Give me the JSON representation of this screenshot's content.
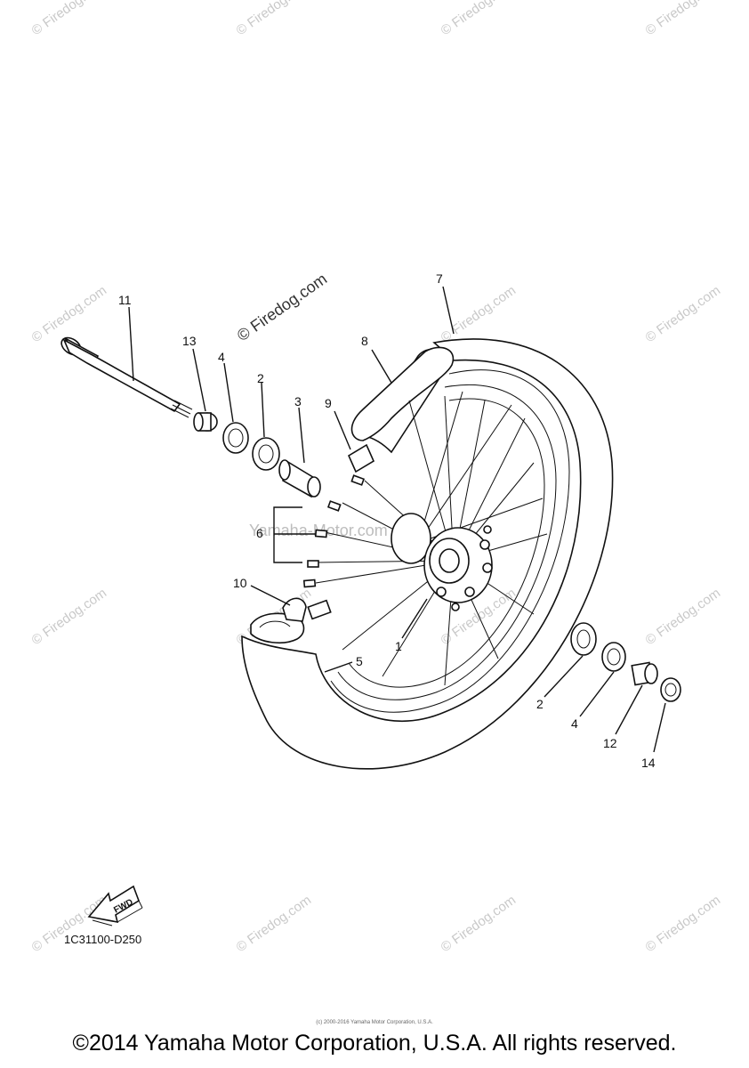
{
  "watermarks": {
    "firedog": "© Firedog.com",
    "yamaha": "Yamaha-Motor.com"
  },
  "labels": {
    "p1": "1",
    "p2a": "2",
    "p2b": "2",
    "p3": "3",
    "p4a": "4",
    "p4b": "4",
    "p5": "5",
    "p6": "6",
    "p7": "7",
    "p8": "8",
    "p9": "9",
    "p10": "10",
    "p11": "11",
    "p12": "12",
    "p13": "13",
    "p14": "14"
  },
  "fwd_label": "FWD",
  "diagram_code": "1C31100-D250",
  "fineprint": "(c) 2000-2016 Yamaha Motor Corporation, U.S.A.",
  "copyright": "©2014 Yamaha Motor Corporation, U.S.A. All rights reserved.",
  "colors": {
    "line": "#111111",
    "watermark": "#c9c9c9",
    "background": "#ffffff"
  }
}
